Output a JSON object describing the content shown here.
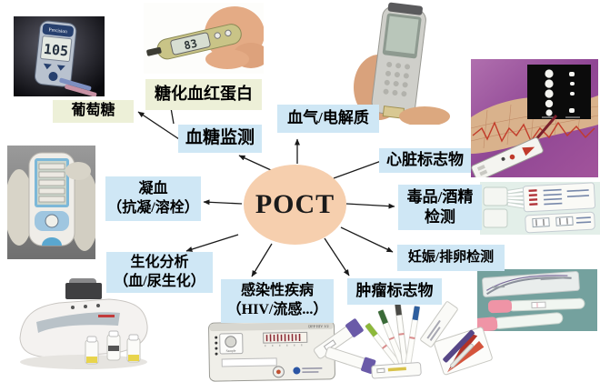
{
  "diagram": {
    "center_label": "POCT",
    "labels": {
      "glucose": "葡萄糖",
      "hba1c": "糖化血红蛋白",
      "glucose_monitoring": "血糖监测",
      "blood_gas": "血气/电解质",
      "cardiac": "心脏标志物",
      "drug_line1": "毒品/酒精",
      "drug_line2": "检测",
      "pregnancy": "妊娠/排卵检测",
      "tumor": "肿瘤标志物",
      "infectious_line1": "感染性疾病",
      "infectious_line2": "（HIV/流感...）",
      "biochem_line1": "生化分析",
      "biochem_line2": "（血/尿生化）",
      "coagulation_line1": "凝血",
      "coagulation_line2": "（抗凝/溶栓）"
    },
    "colors": {
      "center_fill": "#f6cfae",
      "label_blue": "#cfe7f5",
      "label_green": "#edf0d8",
      "arrow": "#1a1a1a"
    }
  },
  "photos": {
    "precision_meter": {
      "brand": "Precision",
      "display": "105"
    },
    "hand_meter": {
      "display": "83"
    },
    "hiv_cassette": {
      "model": "DPP HIV 1/2",
      "sample_label": "Sample"
    }
  }
}
